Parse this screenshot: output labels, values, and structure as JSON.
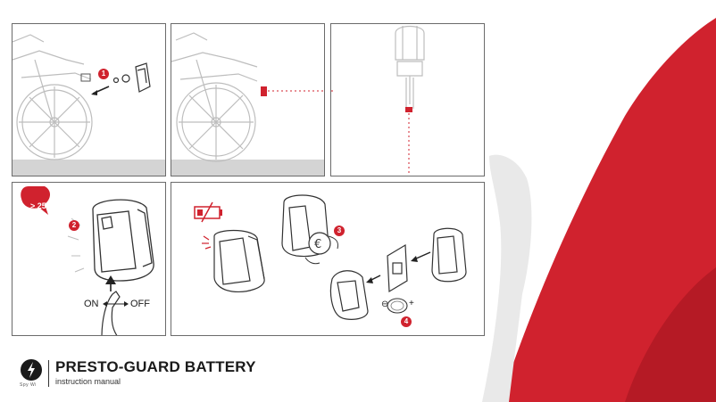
{
  "product": {
    "title": "PRESTO-GUARD BATTERY",
    "subtitle": "instruction manual",
    "logo_text": "Spy Wi"
  },
  "steps": {
    "s1": "1",
    "s2": "2",
    "s3": "3",
    "s4": "4"
  },
  "runtime_badge": "> 25h",
  "switch": {
    "on": "ON",
    "off": "OFF"
  },
  "battery_symbols": {
    "minus": "⊖",
    "plus": "+"
  },
  "colors": {
    "accent": "#d0222e",
    "line": "#6b6b6b",
    "shade": "#d4d4d4"
  },
  "icons": [
    "bicycle-icon",
    "battery-low-icon",
    "light-unit-icon",
    "coin-icon",
    "arrow-icon"
  ]
}
